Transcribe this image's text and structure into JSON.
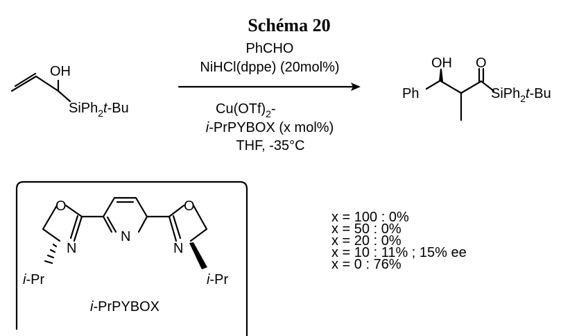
{
  "title": "Schéma 20",
  "reagents_above": [
    "PhCHO",
    "NiHCl(dppe) (20mol%)"
  ],
  "reagents_below": {
    "line1_main": "Cu(OTf)",
    "line1_sub": "2",
    "line1_tail": "-",
    "line2_italic": "i",
    "line2_rest": "-PrPYBOX (x mol%)",
    "line3": "THF, -35°C"
  },
  "starting_material": {
    "oh": "OH",
    "silyl_main": "SiPh",
    "silyl_sub": "2",
    "silyl_italic": "t",
    "silyl_tail": "-Bu"
  },
  "product": {
    "oh": "OH",
    "o": "O",
    "ph": "Ph",
    "silyl_main": "SiPh",
    "silyl_sub": "2",
    "silyl_italic": "t",
    "silyl_tail": "-Bu"
  },
  "ligand": {
    "o_left": "O",
    "o_right": "O",
    "n_left": "N",
    "n_right": "N",
    "n_pyridine": "N",
    "ipr_italic": "i",
    "ipr_rest": "-Pr",
    "name_italic": "i",
    "name_rest": "-PrPYBOX"
  },
  "results": [
    {
      "text": "x = 100 : 0%",
      "highlight": false
    },
    {
      "text": "x = 50 : 0%",
      "highlight": false
    },
    {
      "text": "x = 20 : 0%",
      "highlight": false
    },
    {
      "text": "x = 10 : 11% ; 15% ee",
      "highlight": false
    },
    {
      "text": "x = 0 : 76%",
      "highlight": true
    }
  ],
  "colors": {
    "highlight": "#ff0000",
    "ink": "#000000"
  }
}
